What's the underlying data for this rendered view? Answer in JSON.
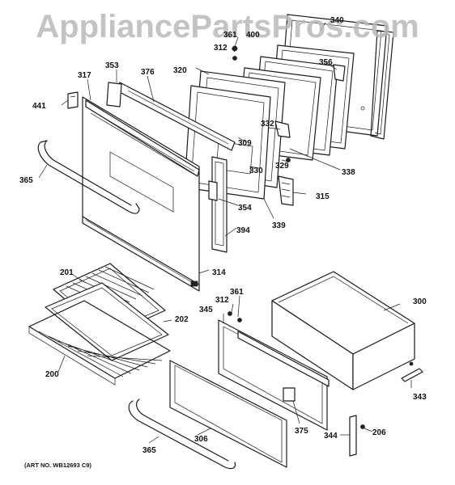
{
  "watermark": "AppliancePartsPros.com",
  "art_number": "(ART NO. WB12693 C9)",
  "callouts": {
    "c340": "340",
    "c361a": "361",
    "c400": "400",
    "c312a": "312",
    "c356": "356",
    "c353": "353",
    "c376": "376",
    "c320": "320",
    "c317": "317",
    "c441": "441",
    "c332": "332",
    "c309": "309",
    "c338": "338",
    "c329": "329",
    "c330": "330",
    "c365a": "365",
    "c315": "315",
    "c354": "354",
    "c339": "339",
    "c394": "394",
    "c314": "314",
    "c201": "201",
    "c361b": "361",
    "c312b": "312",
    "c300": "300",
    "c345": "345",
    "c202": "202",
    "c200": "200",
    "c343": "343",
    "c375": "375",
    "c306": "306",
    "c344": "344",
    "c206": "206",
    "c365b": "365"
  }
}
